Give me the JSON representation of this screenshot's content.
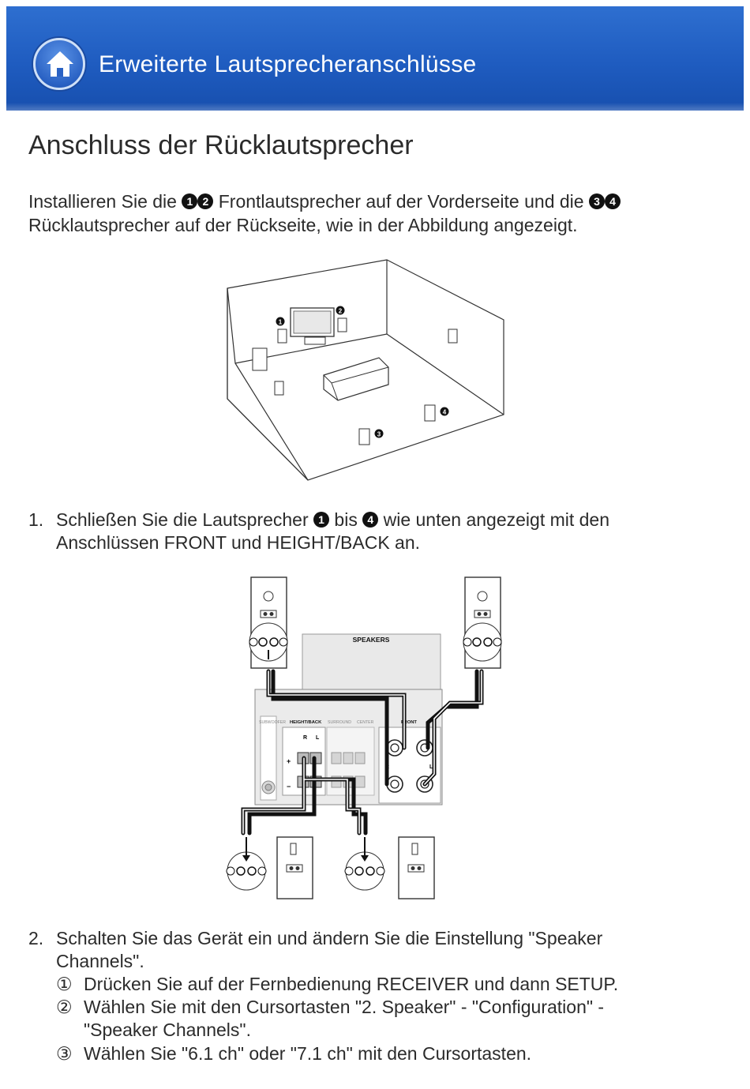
{
  "header": {
    "title": "Erweiterte Lautsprecheranschlüsse"
  },
  "page_title": "Anschluss der Rücklautsprecher",
  "intro": {
    "part1": "Installieren Sie die",
    "marks_front": [
      "1",
      "2"
    ],
    "part2": "Frontlautsprecher auf der Vorderseite und die",
    "marks_back": [
      "3",
      "4"
    ],
    "part3": "Rücklautsprecher auf der Rückseite, wie in der Abbildung angezeigt."
  },
  "room_labels": [
    "1",
    "2",
    "3",
    "4"
  ],
  "step1": {
    "number": "1.",
    "part1": "Schließen Sie die Lautsprecher",
    "mark_a": "1",
    "part2": "bis",
    "mark_b": "4",
    "part3": "wie unten angezeigt mit den",
    "line2": "Anschlüssen FRONT und HEIGHT/BACK an."
  },
  "panel": {
    "speakers_label": "SPEAKERS",
    "terminal_labels": [
      "SUBWOOFER",
      "HEIGHT/BACK",
      "SURROUND",
      "CENTER",
      "FRONT"
    ],
    "r": "R",
    "l": "L",
    "plus": "+",
    "minus": "−"
  },
  "step2": {
    "number": "2.",
    "line1": "Schalten Sie das Gerät ein und ändern Sie die Einstellung \"Speaker",
    "line2": "Channels\".",
    "subs": [
      {
        "mark": "①",
        "text": "Drücken Sie auf der Fernbedienung RECEIVER und dann SETUP."
      },
      {
        "mark": "②",
        "text": "Wählen Sie mit den Cursortasten \"2. Speaker\" - \"Configuration\" -",
        "text2": "\"Speaker Channels\"."
      },
      {
        "mark": "③",
        "text": "Wählen Sie \"6.1 ch\" oder \"7.1 ch\" mit den Cursortasten."
      }
    ]
  }
}
